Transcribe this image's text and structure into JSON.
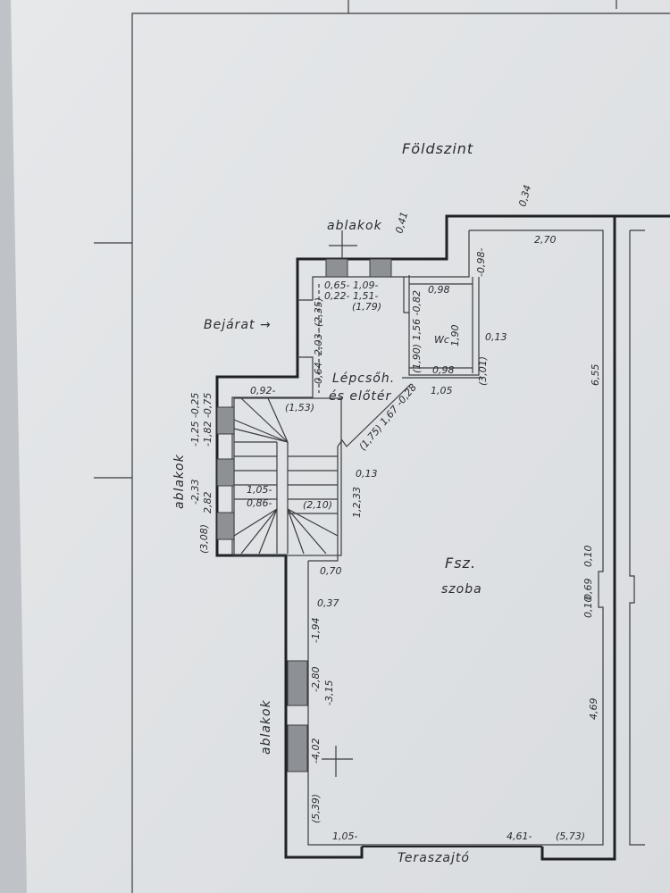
{
  "title": "Földszint",
  "rooms": {
    "entrance": "Bejárat →",
    "stair_hall_1": "Lépcsőh.",
    "stair_hall_2": "és előtér",
    "wc": "Wc",
    "room_1": "Fsz.",
    "room_2": "szoba",
    "terrace_door": "Teraszajtó"
  },
  "windows": {
    "top": "ablakok",
    "left_upper": "ablakok",
    "left_lower": "ablakok"
  },
  "dims": {
    "d041": "0,41",
    "d034": "0,34",
    "d270": "2,70",
    "d098a": "-0,98-",
    "r1": "0,65-  1,09-",
    "r2": "0,22-  1,51-",
    "d179": "(1,79)",
    "dv1": "0,64-  2,03-  (2,35)",
    "wc098a": "0,98",
    "wc190": "1,90",
    "wc013": "0,13",
    "wc098b": "0,98",
    "wcv": "(1,90) 1,56 -0,82",
    "d301": "(3,01)",
    "d105a": "1,05",
    "d092": "0,92-",
    "d153": "(1,53)",
    "dl1": "-1,25  -0,25",
    "dl2": "-1,82  -0,75",
    "dl3": "-2,33",
    "dl4": "2,82",
    "dl5": "(3,08)",
    "d105b": "1,05-",
    "d086": "0,86-",
    "d210": "(2,10)",
    "d013": "0,13",
    "d233": "1,2,33",
    "diag": "(1,75) 1,67 -0,28",
    "d070": "0,70",
    "d037": "0,37",
    "d194": "-1,94",
    "d280": "-2,80",
    "d315": "-3,15",
    "d402": "-4,02",
    "d539": "(5,39)",
    "d105c": "1,05-",
    "d461": "4,61-",
    "d573": "(5,73)",
    "d655": "6,55",
    "d010a": "0,10",
    "d069": "0,69",
    "d010b": "0,10",
    "d469": "4,69"
  }
}
